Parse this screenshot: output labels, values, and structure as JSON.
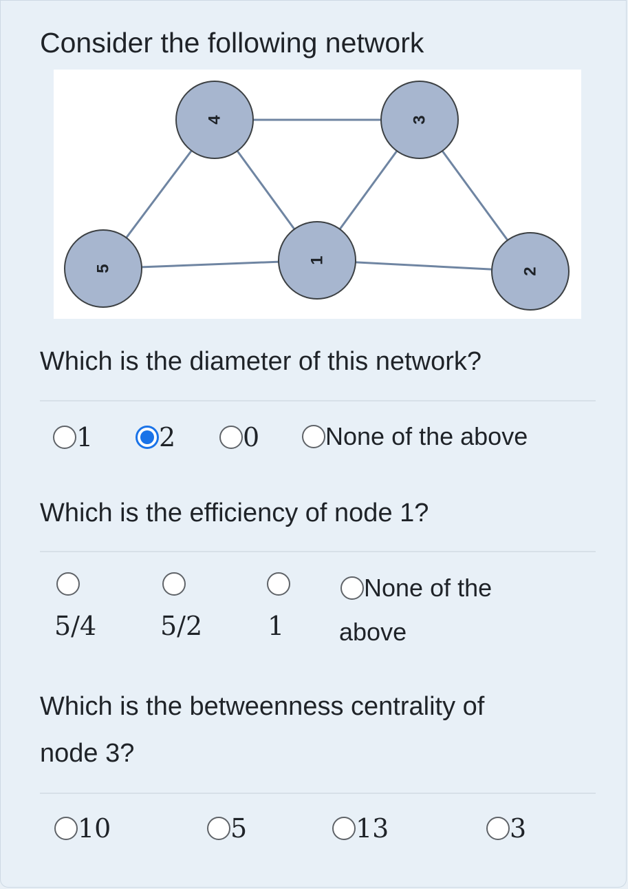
{
  "intro": "Consider the following network",
  "graph": {
    "node_color": "#a7b6cf",
    "edge_color": "#6f85a2",
    "nodes": [
      {
        "label": "4"
      },
      {
        "label": "3"
      },
      {
        "label": "5"
      },
      {
        "label": "1"
      },
      {
        "label": "2"
      }
    ],
    "edges": [
      [
        "4",
        "3"
      ],
      [
        "4",
        "5"
      ],
      [
        "4",
        "1"
      ],
      [
        "3",
        "1"
      ],
      [
        "3",
        "2"
      ],
      [
        "5",
        "1"
      ],
      [
        "1",
        "2"
      ]
    ]
  },
  "q1": {
    "text": "Which is the diameter of this network?",
    "options": [
      "1",
      "2",
      "0",
      "None of the above"
    ],
    "selected": "2"
  },
  "q2": {
    "text": "Which is the efficiency of node 1?",
    "options": [
      "5/4",
      "5/2",
      "1"
    ],
    "none_line1": "None of the",
    "none_line2": "above"
  },
  "q3": {
    "text_line1": "Which is the betweenness centrality of",
    "text_line2": "node 3?",
    "options": [
      "10",
      "5",
      "13",
      "3"
    ]
  },
  "accent": "#1a73e8"
}
